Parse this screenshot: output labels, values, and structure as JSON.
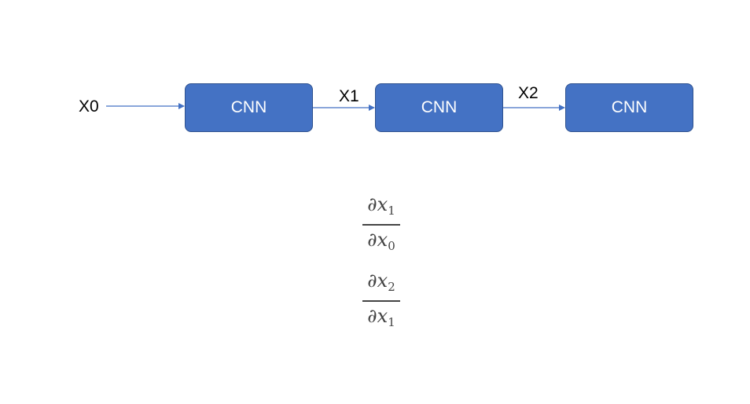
{
  "diagram": {
    "input_label": "X0",
    "edge_labels": [
      "X1",
      "X2"
    ],
    "nodes": [
      {
        "label": "CNN"
      },
      {
        "label": "CNN"
      },
      {
        "label": "CNN"
      }
    ],
    "colors": {
      "node_fill": "#4472c4",
      "node_border": "#2f528f",
      "arrow": "#4472c4",
      "formula": "#444444"
    }
  },
  "formulas": [
    {
      "numerator": "∂x",
      "numerator_sub": "1",
      "denominator": "∂x",
      "denominator_sub": "0"
    },
    {
      "numerator": "∂x",
      "numerator_sub": "2",
      "denominator": "∂x",
      "denominator_sub": "1"
    }
  ]
}
